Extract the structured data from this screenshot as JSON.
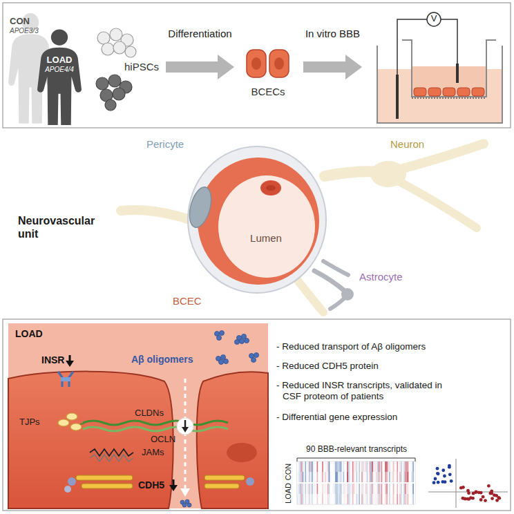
{
  "diagram": {
    "nodes": [
      {
        "text": [
          "CON",
          "APOE3/3"
        ]
      },
      {
        "text": [
          "LOAD",
          "APOE4/4"
        ]
      },
      {
        "text": [
          "hiPSCs"
        ]
      },
      {
        "text": [
          "BCECs"
        ]
      },
      {
        "text": [
          "V"
        ]
      },
      {
        "text": [
          "Lumen"
        ]
      },
      {
        "text": [
          "LOAD"
        ]
      }
    ],
    "edges": [
      {
        "from": 2,
        "to": 3,
        "arrow": "to",
        "label": "Differentiation"
      },
      {
        "from": 3,
        "to": 4,
        "arrow": "to",
        "label": "In vitro BBB"
      }
    ],
    "labels": [
      "Pericyte",
      "Neuron",
      "Neurovascular unit",
      "Astrocyte",
      "BCEC",
      "INSR",
      "Aβ oligomers",
      "TJPs",
      "CLDNs",
      "OCLN",
      "JAMs",
      "CDH5",
      "- Reduced transport of Aβ oligomers",
      "- Reduced CDH5 protein",
      "- Reduced INSR transcripts, validated in CSF proteom of patients",
      "- Differential gene expression",
      "90 BBB-relevant transcripts",
      "LOAD",
      "CON"
    ]
  }
}
